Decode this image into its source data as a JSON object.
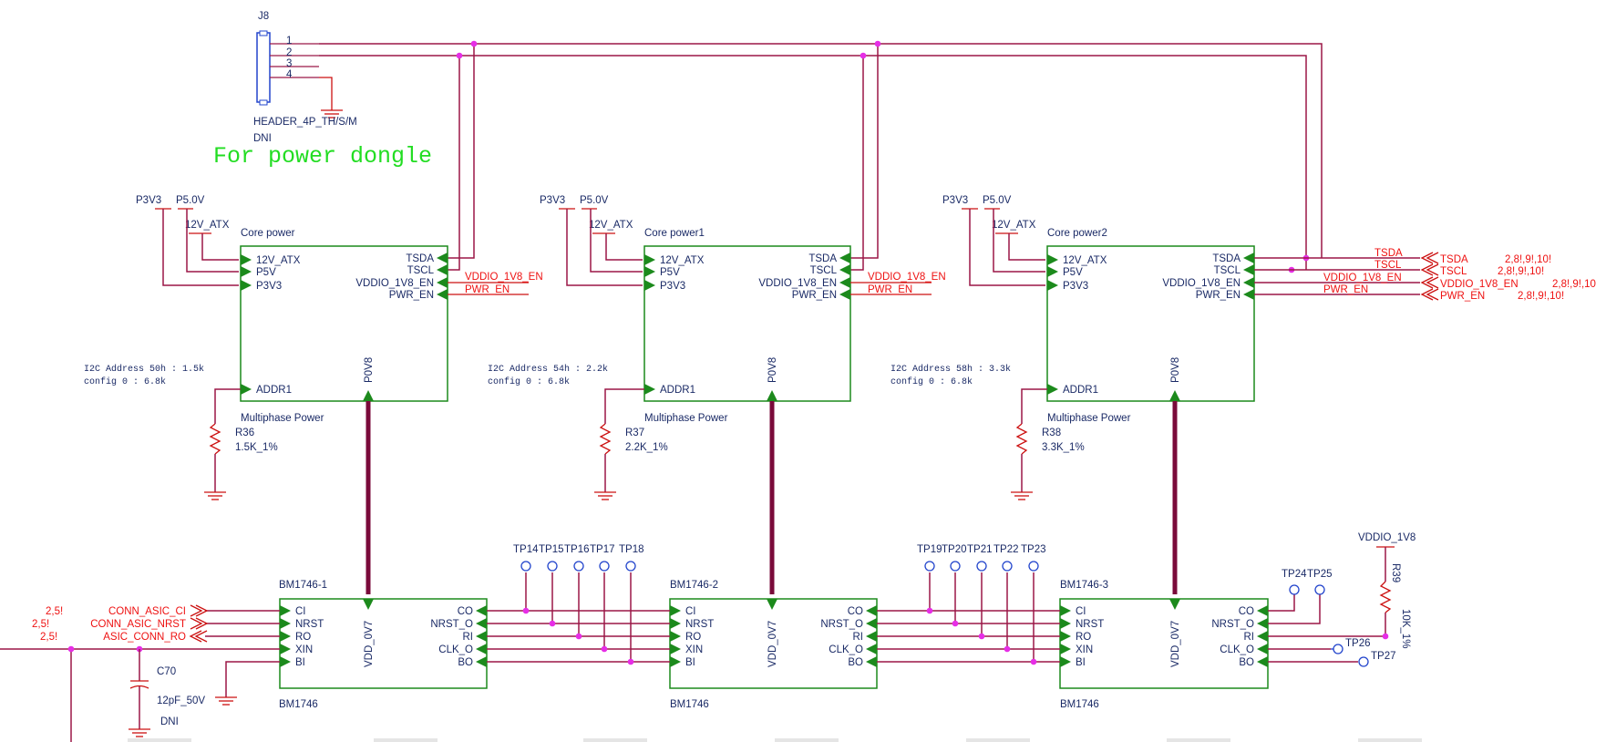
{
  "connector": {
    "ref": "J8",
    "pins": [
      "1",
      "2",
      "3",
      "4"
    ],
    "part": "HEADER_4P_TH/S/M",
    "dni": "DNI",
    "note": "For power dongle"
  },
  "power_blocks": [
    {
      "title": "Core power",
      "subtitle": "Multiphase Power",
      "rails": [
        "P3V3",
        "P5.0V",
        "12V_ATX"
      ],
      "pins_left": [
        "12V_ATX",
        "P5V",
        "P3V3"
      ],
      "pins_right": [
        "TSDA",
        "TSCL",
        "VDDIO_1V8_EN",
        "PWR_EN"
      ],
      "addr_pin": "ADDR1",
      "out_pin": "P0V8",
      "net_labels": [
        "VDDIO_1V8_EN",
        "PWR_EN"
      ],
      "addr_note1": "I2C Address 50h : 1.5k",
      "addr_note2": "config 0 : 6.8k",
      "res_ref": "R36",
      "res_val": "1.5K_1%"
    },
    {
      "title": "Core power1",
      "subtitle": "Multiphase Power",
      "rails": [
        "P3V3",
        "P5.0V",
        "12V_ATX"
      ],
      "pins_left": [
        "12V_ATX",
        "P5V",
        "P3V3"
      ],
      "pins_right": [
        "TSDA",
        "TSCL",
        "VDDIO_1V8_EN",
        "PWR_EN"
      ],
      "addr_pin": "ADDR1",
      "out_pin": "P0V8",
      "net_labels": [
        "VDDIO_1V8_EN",
        "PWR_EN"
      ],
      "addr_note1": "I2C Address 54h : 2.2k",
      "addr_note2": "config 0 : 6.8k",
      "res_ref": "R37",
      "res_val": "2.2K_1%"
    },
    {
      "title": "Core power2",
      "subtitle": "Multiphase Power",
      "rails": [
        "P3V3",
        "P5.0V",
        "12V_ATX"
      ],
      "pins_left": [
        "12V_ATX",
        "P5V",
        "P3V3"
      ],
      "pins_right": [
        "TSDA",
        "TSCL",
        "VDDIO_1V8_EN",
        "PWR_EN"
      ],
      "addr_pin": "ADDR1",
      "out_pin": "P0V8",
      "net_labels": [
        "TSDA",
        "TSCL",
        "VDDIO_1V8_EN",
        "PWR_EN"
      ],
      "addr_note1": "I2C Address 58h : 3.3k",
      "addr_note2": "config 0 : 6.8k",
      "res_ref": "R38",
      "res_val": "3.3K_1%"
    }
  ],
  "offpage": {
    "ports": [
      "TSDA",
      "TSCL",
      "VDDIO_1V8_EN",
      "PWR_EN"
    ],
    "refs": [
      "2,8!,9!,10!",
      "2,8!,9!,10!",
      "2,8!,9!,10",
      "2,8!,9!,10!"
    ]
  },
  "asics": [
    {
      "ref": "BM1746-1",
      "part": "BM1746",
      "pins_left": [
        "CI",
        "NRST",
        "RO",
        "XIN",
        "BI"
      ],
      "pins_right": [
        "CO",
        "NRST_O",
        "RI",
        "CLK_O",
        "BO"
      ],
      "vdd": "VDD_0V7"
    },
    {
      "ref": "BM1746-2",
      "part": "BM1746",
      "pins_left": [
        "CI",
        "NRST",
        "RO",
        "XIN",
        "BI"
      ],
      "pins_right": [
        "CO",
        "NRST_O",
        "RI",
        "CLK_O",
        "BO"
      ],
      "vdd": "VDD_0V7"
    },
    {
      "ref": "BM1746-3",
      "part": "BM1746",
      "pins_left": [
        "CI",
        "NRST",
        "RO",
        "XIN",
        "BI"
      ],
      "pins_right": [
        "CO",
        "NRST_O",
        "RI",
        "CLK_O",
        "BO"
      ],
      "vdd": "VDD_0V7"
    }
  ],
  "test_points": {
    "group1": [
      "TP14",
      "TP15",
      "TP16",
      "TP17",
      "TP18"
    ],
    "group2": [
      "TP19",
      "TP20",
      "TP21",
      "TP22",
      "TP23"
    ],
    "group3": [
      "TP24",
      "TP25"
    ],
    "tp26": "TP26",
    "tp27": "TP27"
  },
  "inputs": {
    "ports": [
      "CONN_ASIC_CI",
      "CONN_ASIC_NRST",
      "ASIC_CONN_RO"
    ],
    "refs": [
      "2,5!",
      "2,5!",
      "2,5!"
    ]
  },
  "capacitor": {
    "ref": "C70",
    "val": "12pF_50V",
    "dni": "DNI"
  },
  "pullup": {
    "rail": "VDDIO_1V8",
    "ref": "R39",
    "val": "10K_1%"
  },
  "colors": {
    "block_border": "#1c8a1c",
    "wire": "#9b1747",
    "net_label": "#ee1111",
    "junction": "#e62ee6",
    "text": "#1a2a66",
    "note": "#22dd22"
  }
}
